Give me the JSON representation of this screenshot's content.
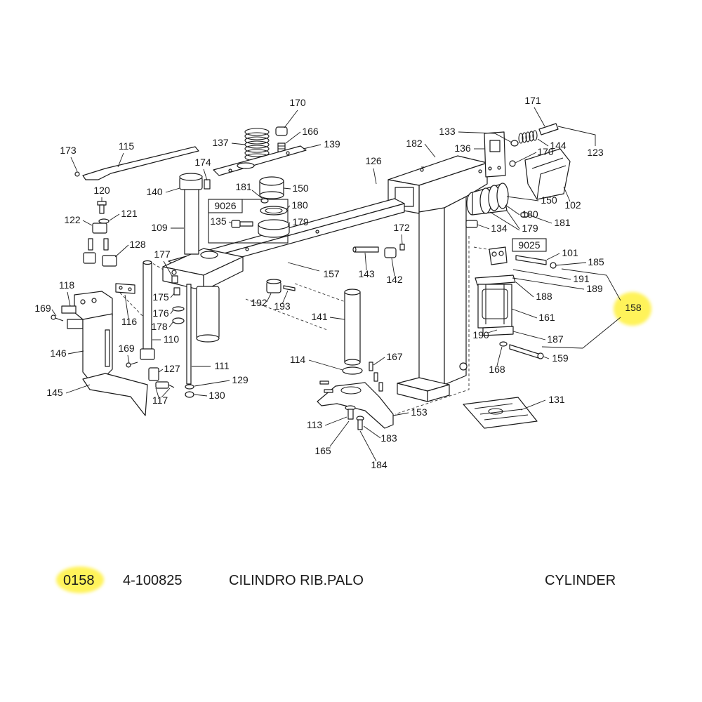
{
  "callouts": [
    "170",
    "166",
    "137",
    "139",
    "174",
    "173",
    "115",
    "140",
    "181",
    "150",
    "180",
    "135",
    "179",
    "120",
    "121",
    "122",
    "109",
    "128",
    "126",
    "182",
    "133",
    "136",
    "171",
    "170",
    "144",
    "123",
    "150",
    "102",
    "180",
    "181",
    "134",
    "179",
    "101",
    "185",
    "191",
    "189",
    "188",
    "161",
    "190",
    "187",
    "159",
    "168",
    "172",
    "143",
    "142",
    "157",
    "177",
    "192",
    "193",
    "175",
    "176",
    "178",
    "110",
    "118",
    "116",
    "169",
    "169",
    "146",
    "127",
    "111",
    "129",
    "130",
    "117",
    "145",
    "141",
    "114",
    "167",
    "153",
    "113",
    "183",
    "165",
    "184",
    "131"
  ],
  "highlighted_callout": "158",
  "assembly_refs": [
    "9026",
    "9025"
  ],
  "caption": {
    "item": "0158",
    "code": "4-100825",
    "description_it": "CILINDRO RIB.PALO",
    "description_en": "CYLINDER"
  },
  "colors": {
    "line": "#1a1a1a",
    "highlight": "#fff35a",
    "background": "#ffffff"
  }
}
